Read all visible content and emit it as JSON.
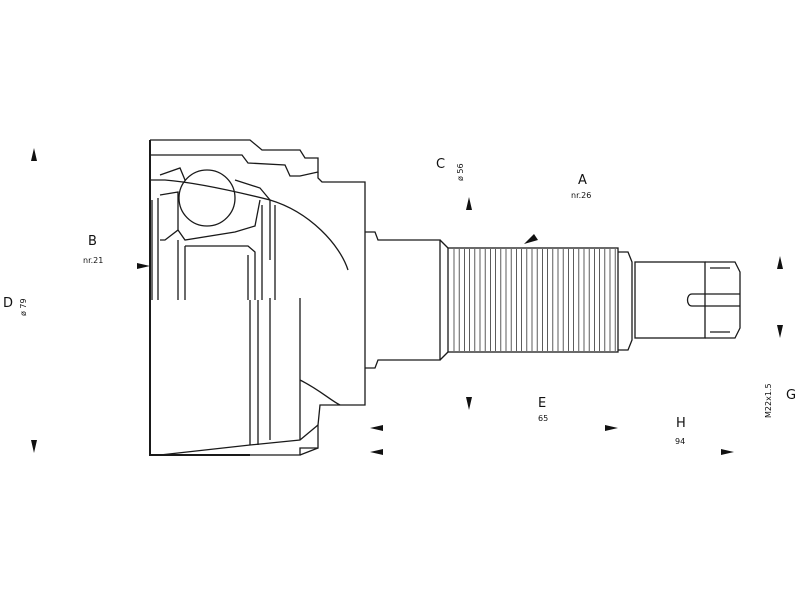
{
  "diagram": {
    "labels": {
      "A": {
        "letter": "A",
        "value": "nr.26"
      },
      "B": {
        "letter": "B",
        "value": "nr.21"
      },
      "C": {
        "letter": "C",
        "value": "ø 56"
      },
      "D": {
        "letter": "D",
        "value": "ø 79"
      },
      "E": {
        "letter": "E",
        "value": "65"
      },
      "G": {
        "letter": "G",
        "value": "M22x1.5"
      },
      "H": {
        "letter": "H",
        "value": "94"
      }
    },
    "stroke_color": "#1a1a1a",
    "background_color": "#ffffff"
  }
}
